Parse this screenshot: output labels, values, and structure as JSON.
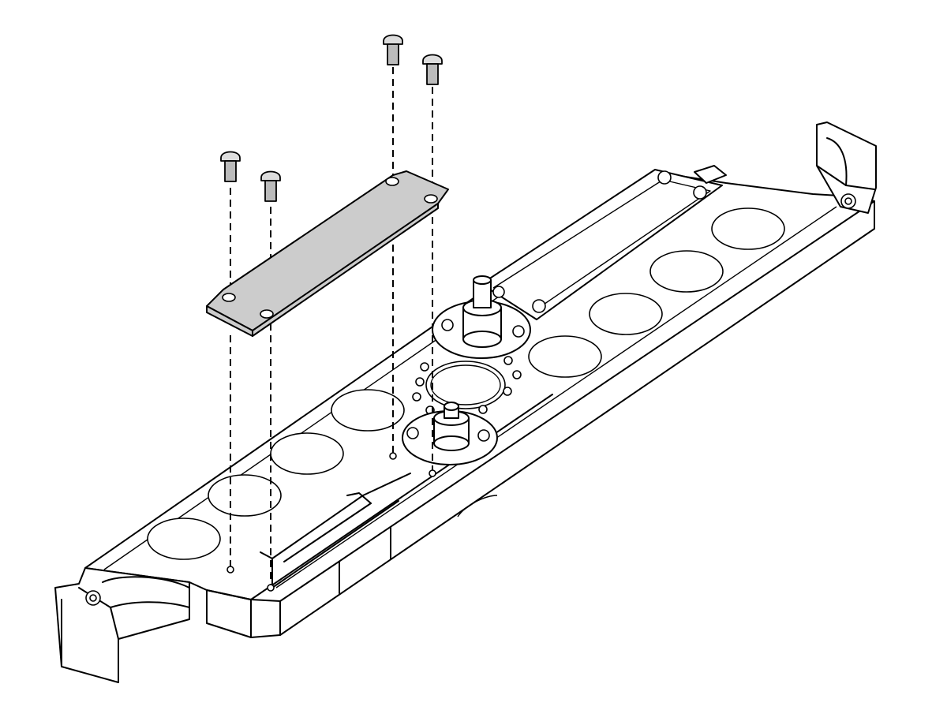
{
  "figure": {
    "background": "#ffffff",
    "line_color": "#000000",
    "plate_fill": "#cccccc",
    "screw_fill": "#bbbbbb"
  },
  "screws": [
    {
      "name": "screw-1",
      "role": "plate-fastener"
    },
    {
      "name": "screw-2",
      "role": "plate-fastener"
    },
    {
      "name": "screw-3",
      "role": "plate-fastener"
    },
    {
      "name": "screw-4",
      "role": "plate-fastener"
    }
  ]
}
